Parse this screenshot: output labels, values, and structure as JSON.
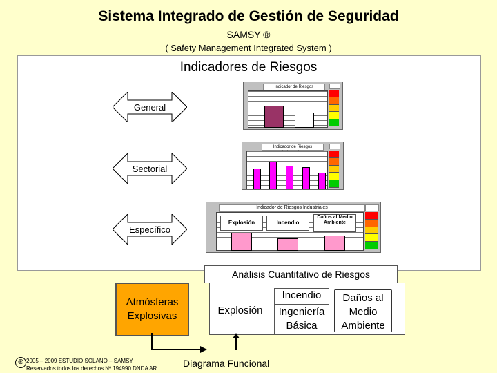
{
  "header": {
    "title": "Sistema Integrado de Gestión de Seguridad",
    "subtitle": "SAMSY ®",
    "subtitle_en": "( Safety Management Integrated System )"
  },
  "panel": {
    "title": "Indicadores de Riesgos",
    "levels": [
      {
        "label": "General",
        "chart_title": "Indicador de Riesgos Industriales"
      },
      {
        "label": "Sectorial",
        "chart_title": "Indicador de Riesgos Industriales"
      },
      {
        "label": "Específico",
        "chart_title": "Indicador de Riesgos Industriales"
      }
    ],
    "specific_columns": [
      "Explosión",
      "Incendio",
      "Daños al Medio Ambiente"
    ]
  },
  "analysis": {
    "label": "Análisis Cuantitativo de Riesgos",
    "atmosferas": "Atmósferas Explosivas",
    "explosion": "Explosión",
    "incendio": "Incendio",
    "ingenieria": "Ingeniería Básica",
    "danos": "Daños al Medio Ambiente"
  },
  "footer": {
    "copyright_line1": "2005 – 2009 ESTUDIO SOLANO – SAMSY",
    "copyright_line2": "Reservados todos los derechos Nº 194990 DNDA AR",
    "diagram_label": "Diagrama Funcional"
  },
  "colors": {
    "background": "#FFFFCC",
    "orange": "#FFA500",
    "magenta": "#FF00FF",
    "dark_magenta": "#993366",
    "pink": "#FF99CC",
    "scale": [
      "#FF0000",
      "#FF6600",
      "#FFCC00",
      "#FFFF00",
      "#00CC00"
    ]
  }
}
